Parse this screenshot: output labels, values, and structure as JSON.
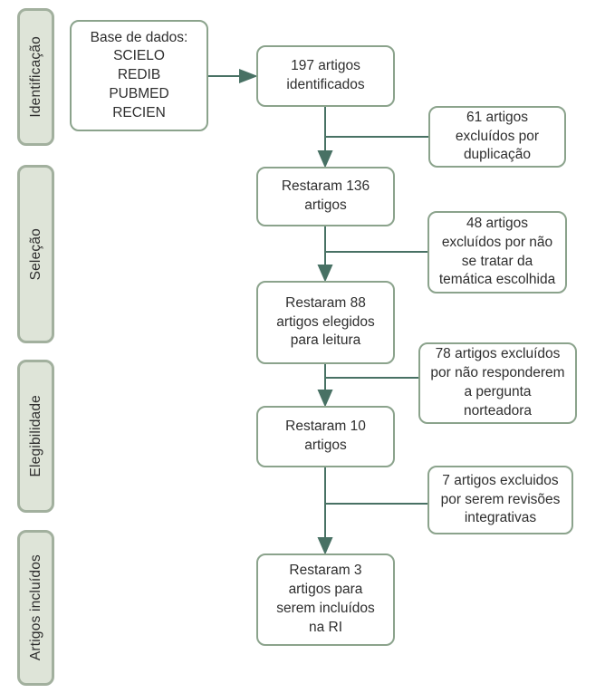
{
  "diagram_title": "PRISMA-style article selection flowchart",
  "stages": [
    {
      "label": "Identificação"
    },
    {
      "label": "Seleção"
    },
    {
      "label": "Elegibilidade"
    },
    {
      "label": "Artigos incluídos"
    }
  ],
  "flow": {
    "source": {
      "lines": [
        "Base de dados:",
        "SCIELO",
        "REDIB",
        "PUBMED",
        "RECIEN"
      ]
    },
    "main": [
      {
        "text": "197 artigos\nidentificados"
      },
      {
        "text": "Restaram 136\nartigos"
      },
      {
        "text": "Restaram 88\nartigos elegidos\npara leitura"
      },
      {
        "text": "Restaram 10\nartigos"
      },
      {
        "text": "Restaram 3\nartigos para\nserem incluídos\nna RI"
      }
    ],
    "exclusions": [
      {
        "text": "61 artigos\nexcluídos por\nduplicação"
      },
      {
        "text": "48 artigos\nexcluídos por não\nse tratar da\ntemática escolhida"
      },
      {
        "text": "78 artigos excluídos\npor não responderem\na pergunta\nnorteadora"
      },
      {
        "text": "7 artigos excluidos\npor serem revisões\nintegrativas"
      }
    ]
  },
  "colors": {
    "box_border": "#8ba38c",
    "stage_fill": "#dee4d8",
    "stage_border": "#a2b09e",
    "arrow": "#487164",
    "text": "#2e2e2e"
  }
}
